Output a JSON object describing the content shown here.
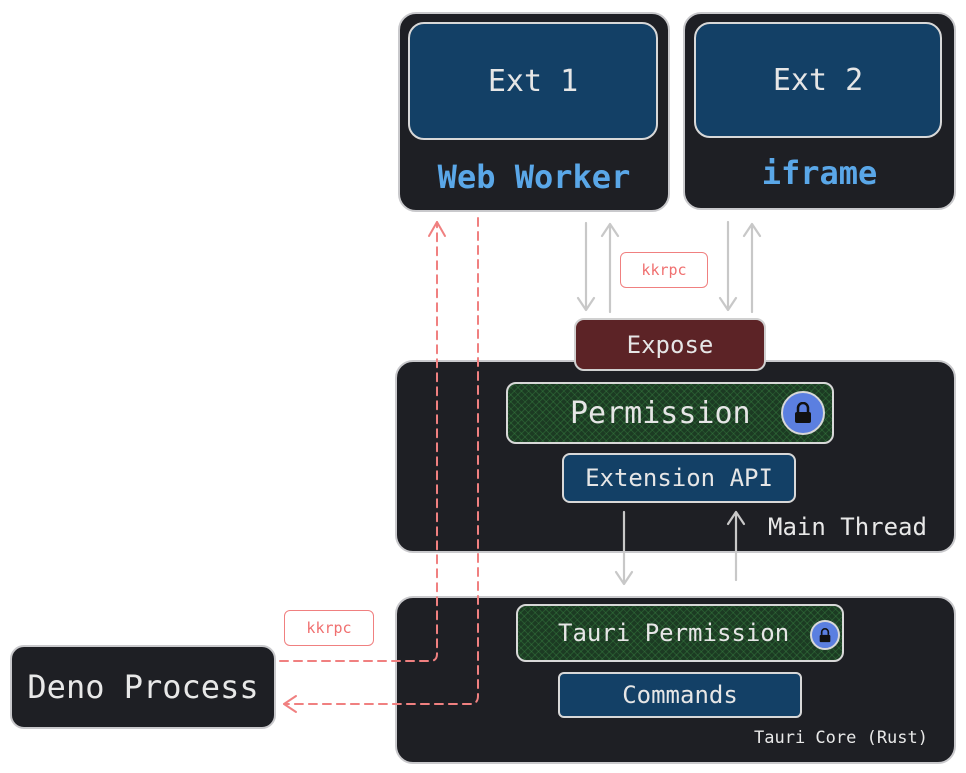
{
  "nodes": {
    "ext1": "Ext 1",
    "ext2": "Ext 2",
    "web_worker": "Web Worker",
    "iframe": "iframe",
    "expose": "Expose",
    "permission": "Permission",
    "extension_api": "Extension API",
    "main_thread": "Main Thread",
    "tauri_permission": "Tauri Permission",
    "commands": "Commands",
    "tauri_core": "Tauri Core (Rust)",
    "deno_process": "Deno Process"
  },
  "tags": {
    "kkrpc_top": "kkrpc",
    "kkrpc_left": "kkrpc"
  },
  "icons": {
    "lock": "lock-icon"
  },
  "colors": {
    "container": "#1e1f24",
    "ext_box": "#134066",
    "permission_box": "#1c3b23",
    "expose_box": "#5c2326",
    "label_blue": "#5aa7e8",
    "kkrpc_red": "#f07070",
    "arrow_gray": "#c8c8c8"
  }
}
